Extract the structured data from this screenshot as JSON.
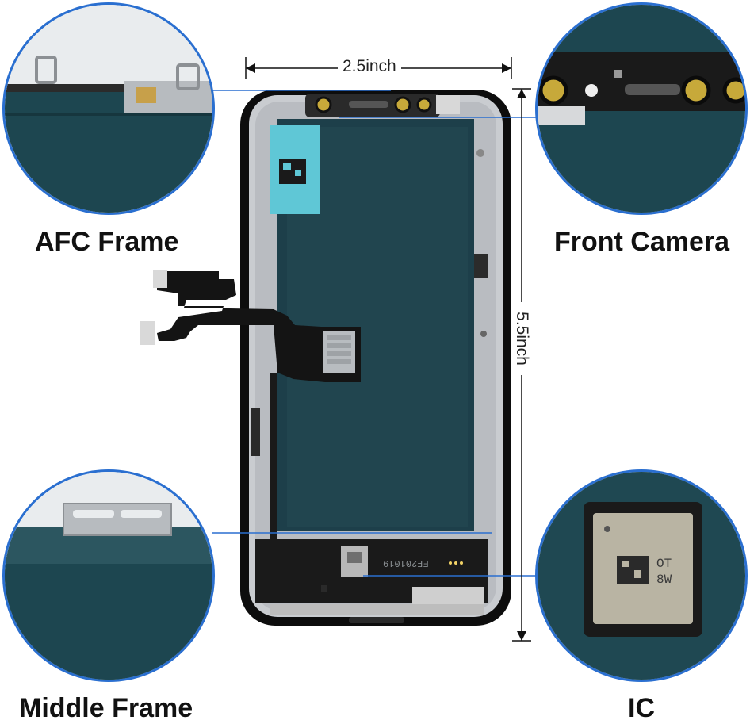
{
  "labels": {
    "afc_frame": "AFC Frame",
    "front_camera": "Front Camera",
    "middle_frame": "Middle Frame",
    "ic": "IC"
  },
  "dimensions": {
    "width": "2.5inch",
    "height": "5.5inch"
  },
  "chip_text": {
    "line1": "OT",
    "line2": "8W"
  },
  "board_text": "EF201019",
  "colors": {
    "callout_line": "#2a6fd0",
    "panel": "#1d3f4a",
    "frame_metal": "#c9ccd0",
    "flex_cable": "#141414"
  }
}
